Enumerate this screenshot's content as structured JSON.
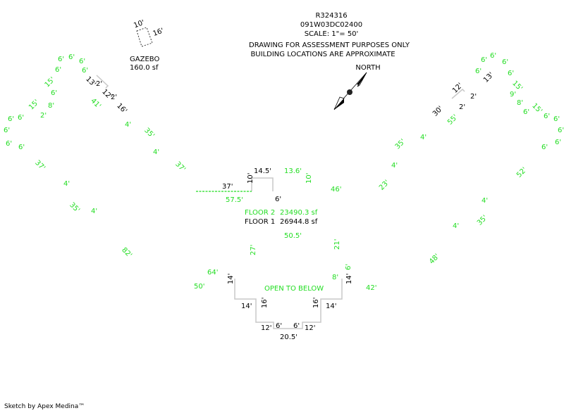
{
  "header": {
    "parcel_id": "R324316",
    "map_id": "091W03DC02400",
    "scale": "SCALE: 1\"= 50'",
    "disclaimer_1": "DRAWING FOR ASSESSMENT PURPOSES ONLY",
    "disclaimer_2": "BUILDING LOCATIONS ARE APPROXIMATE"
  },
  "north_arrow": {
    "label": "NORTH",
    "icon": "north-arrow-icon"
  },
  "gazebo": {
    "name": "GAZEBO",
    "area": "160.0 sf",
    "dims": [
      "10'",
      "16'"
    ]
  },
  "floors": {
    "floor2": {
      "label": "FLOOR 2",
      "area": "23490.3 sf",
      "color": "#22dd22"
    },
    "floor1": {
      "label": "FLOOR 1",
      "area": "26944.8 sf",
      "color": "#000000"
    }
  },
  "open_to_below": "OPEN TO BELOW",
  "colors": {
    "floor2": "#22dd22",
    "floor1": "#000000",
    "floor1_line": "#c8c8c8"
  },
  "dims": {
    "left_wing": [
      "6'",
      "6'",
      "6'",
      "6'",
      "15'",
      "6'",
      "8'",
      "2'",
      "15'",
      "6'",
      "6'",
      "6'",
      "6'",
      "6'",
      "41'",
      "4'",
      "35'",
      "4'",
      "37'",
      "37'",
      "4'",
      "35'",
      "4'",
      "82'"
    ],
    "left_wing_floor1": [
      "13'",
      "2'",
      "12'",
      "2'",
      "16'"
    ],
    "center_top_floor1": [
      "37'",
      "10'",
      "14.5'",
      "6'"
    ],
    "center_top_floor2": [
      "57.5'",
      "13.6'",
      "10'",
      "46'"
    ],
    "right_wing": [
      "23'",
      "4'",
      "35'",
      "4'",
      "55'",
      "6'",
      "6'",
      "6'",
      "6'",
      "15'",
      "9'",
      "8'",
      "6'",
      "15'",
      "6'",
      "6'",
      "6'",
      "6'",
      "6'",
      "52'",
      "4'",
      "35'",
      "4'",
      "48'"
    ],
    "right_wing_floor1": [
      "13'",
      "12'",
      "2'",
      "2'",
      "30'"
    ],
    "bottom_floor2": [
      "64'",
      "50'",
      "27'",
      "50.5'",
      "21'",
      "8'",
      "6'",
      "42'"
    ],
    "bottom_floor1": [
      "14'",
      "14'",
      "16'",
      "12'",
      "6'",
      "6'",
      "12'",
      "16'",
      "14'",
      "14'",
      "20.5'"
    ]
  },
  "footer": "Sketch by Apex Medina™"
}
